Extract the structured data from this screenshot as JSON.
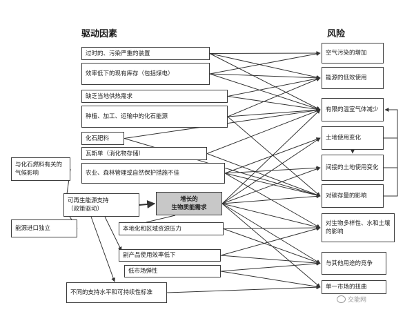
{
  "headers": {
    "drivers": "驱动因素",
    "risks": "风险"
  },
  "drivers": [
    "过时的、污染严重的装置",
    "效率低下的现有库存（包括煤电）",
    "缺乏当地供热需求",
    "种植、加工、运输中的化石能源",
    "化石肥料",
    "瓦斯单（消化物存储）",
    "农业、森林管理或自然保护措施不佳",
    "本地化和区域资源压力",
    "副产品使用效率低下",
    "低市场弹性",
    "不同的支持水平和可持续性标准"
  ],
  "left_inputs": [
    "与化石燃料有关的气候影响",
    "能源进口独立"
  ],
  "policy": {
    "line1": "可再生能源支持",
    "line2": "（政策驱动）"
  },
  "center": {
    "line1": "增长的",
    "line2": "生物质能需求"
  },
  "risks": [
    "空气污染的增加",
    "能源的低效使用",
    "有限的温室气体减少",
    "土地使用变化",
    "间接的土地使用变化",
    "对碳存量的影响",
    "对生物多样性、水和土壤的影响",
    "与其他用途的竞争",
    "单一市场的扭曲"
  ],
  "watermark": {
    "text": "交能网",
    "icon": "chat-bubble-icon"
  },
  "colors": {
    "center_fill": "#c8c8c8",
    "line": "#333333",
    "border": "#3c3c3c"
  }
}
